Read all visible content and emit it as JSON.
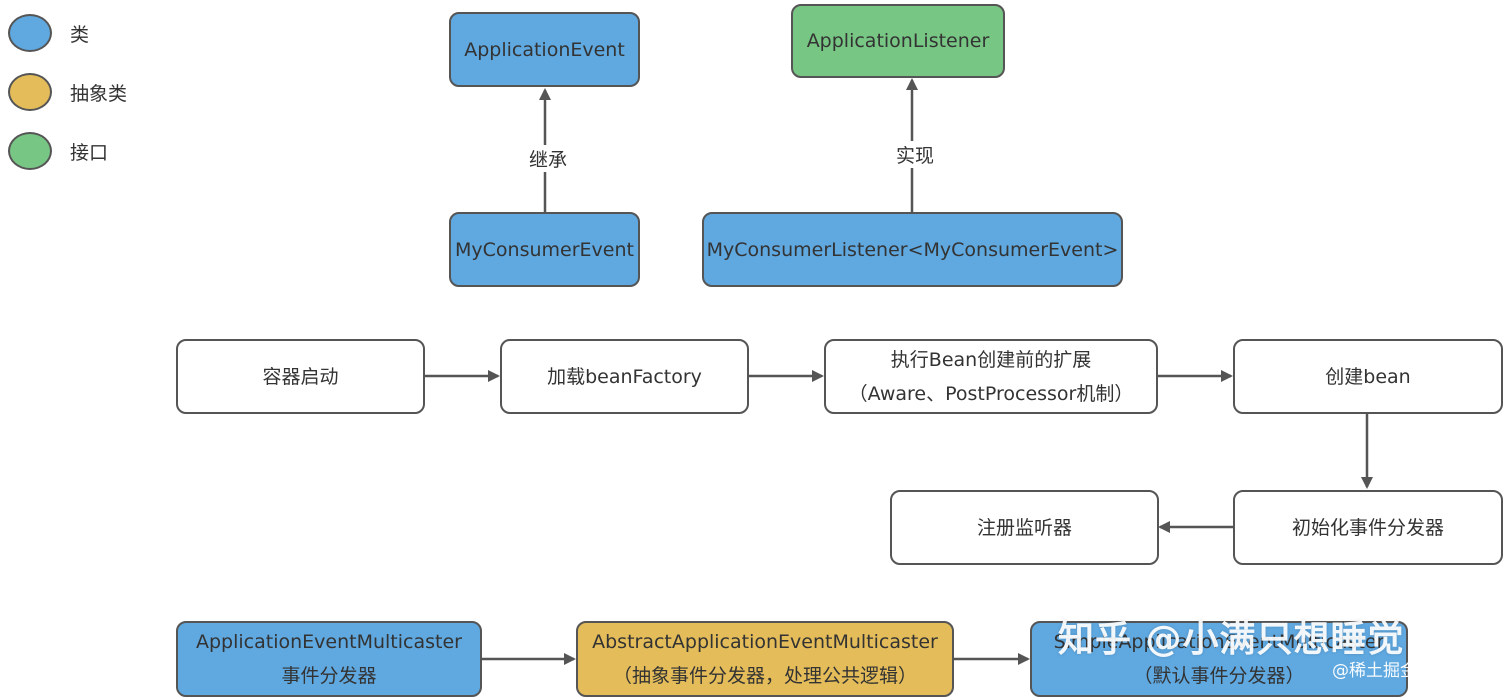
{
  "legend": [
    {
      "label": "类",
      "color": "#5fa8e0"
    },
    {
      "label": "抽象类",
      "color": "#e4bd5a"
    },
    {
      "label": "接口",
      "color": "#78c684"
    }
  ],
  "hierarchy": {
    "application_event": "ApplicationEvent",
    "application_listener": "ApplicationListener",
    "my_consumer_event": "MyConsumerEvent",
    "my_consumer_listener": "MyConsumerListener<MyConsumerEvent>",
    "inherit_label": "继承",
    "implement_label": "实现"
  },
  "flow": {
    "container_start": "容器启动",
    "load_bean_factory": "加载beanFactory",
    "pre_create_ext_line1": "执行Bean创建前的扩展",
    "pre_create_ext_line2": "（Aware、PostProcessor机制）",
    "create_bean": "创建bean",
    "init_multicaster": "初始化事件分发器",
    "register_listener": "注册监听器"
  },
  "multicasters": {
    "interface_name": "ApplicationEventMulticaster",
    "interface_desc": "事件分发器",
    "abstract_name": "AbstractApplicationEventMulticaster",
    "abstract_desc": "（抽象事件分发器，处理公共逻辑）",
    "simple_name": "SimpleApplicationEventMulticaster",
    "simple_desc": "（默认事件分发器）"
  },
  "watermark": {
    "main": "知乎 @小满只想睡觉",
    "sub": "@稀土掘金技术社区"
  },
  "colors": {
    "class": "#5fa8e0",
    "abstract_class": "#e4bd5a",
    "interface": "#78c684",
    "border": "#555555"
  }
}
